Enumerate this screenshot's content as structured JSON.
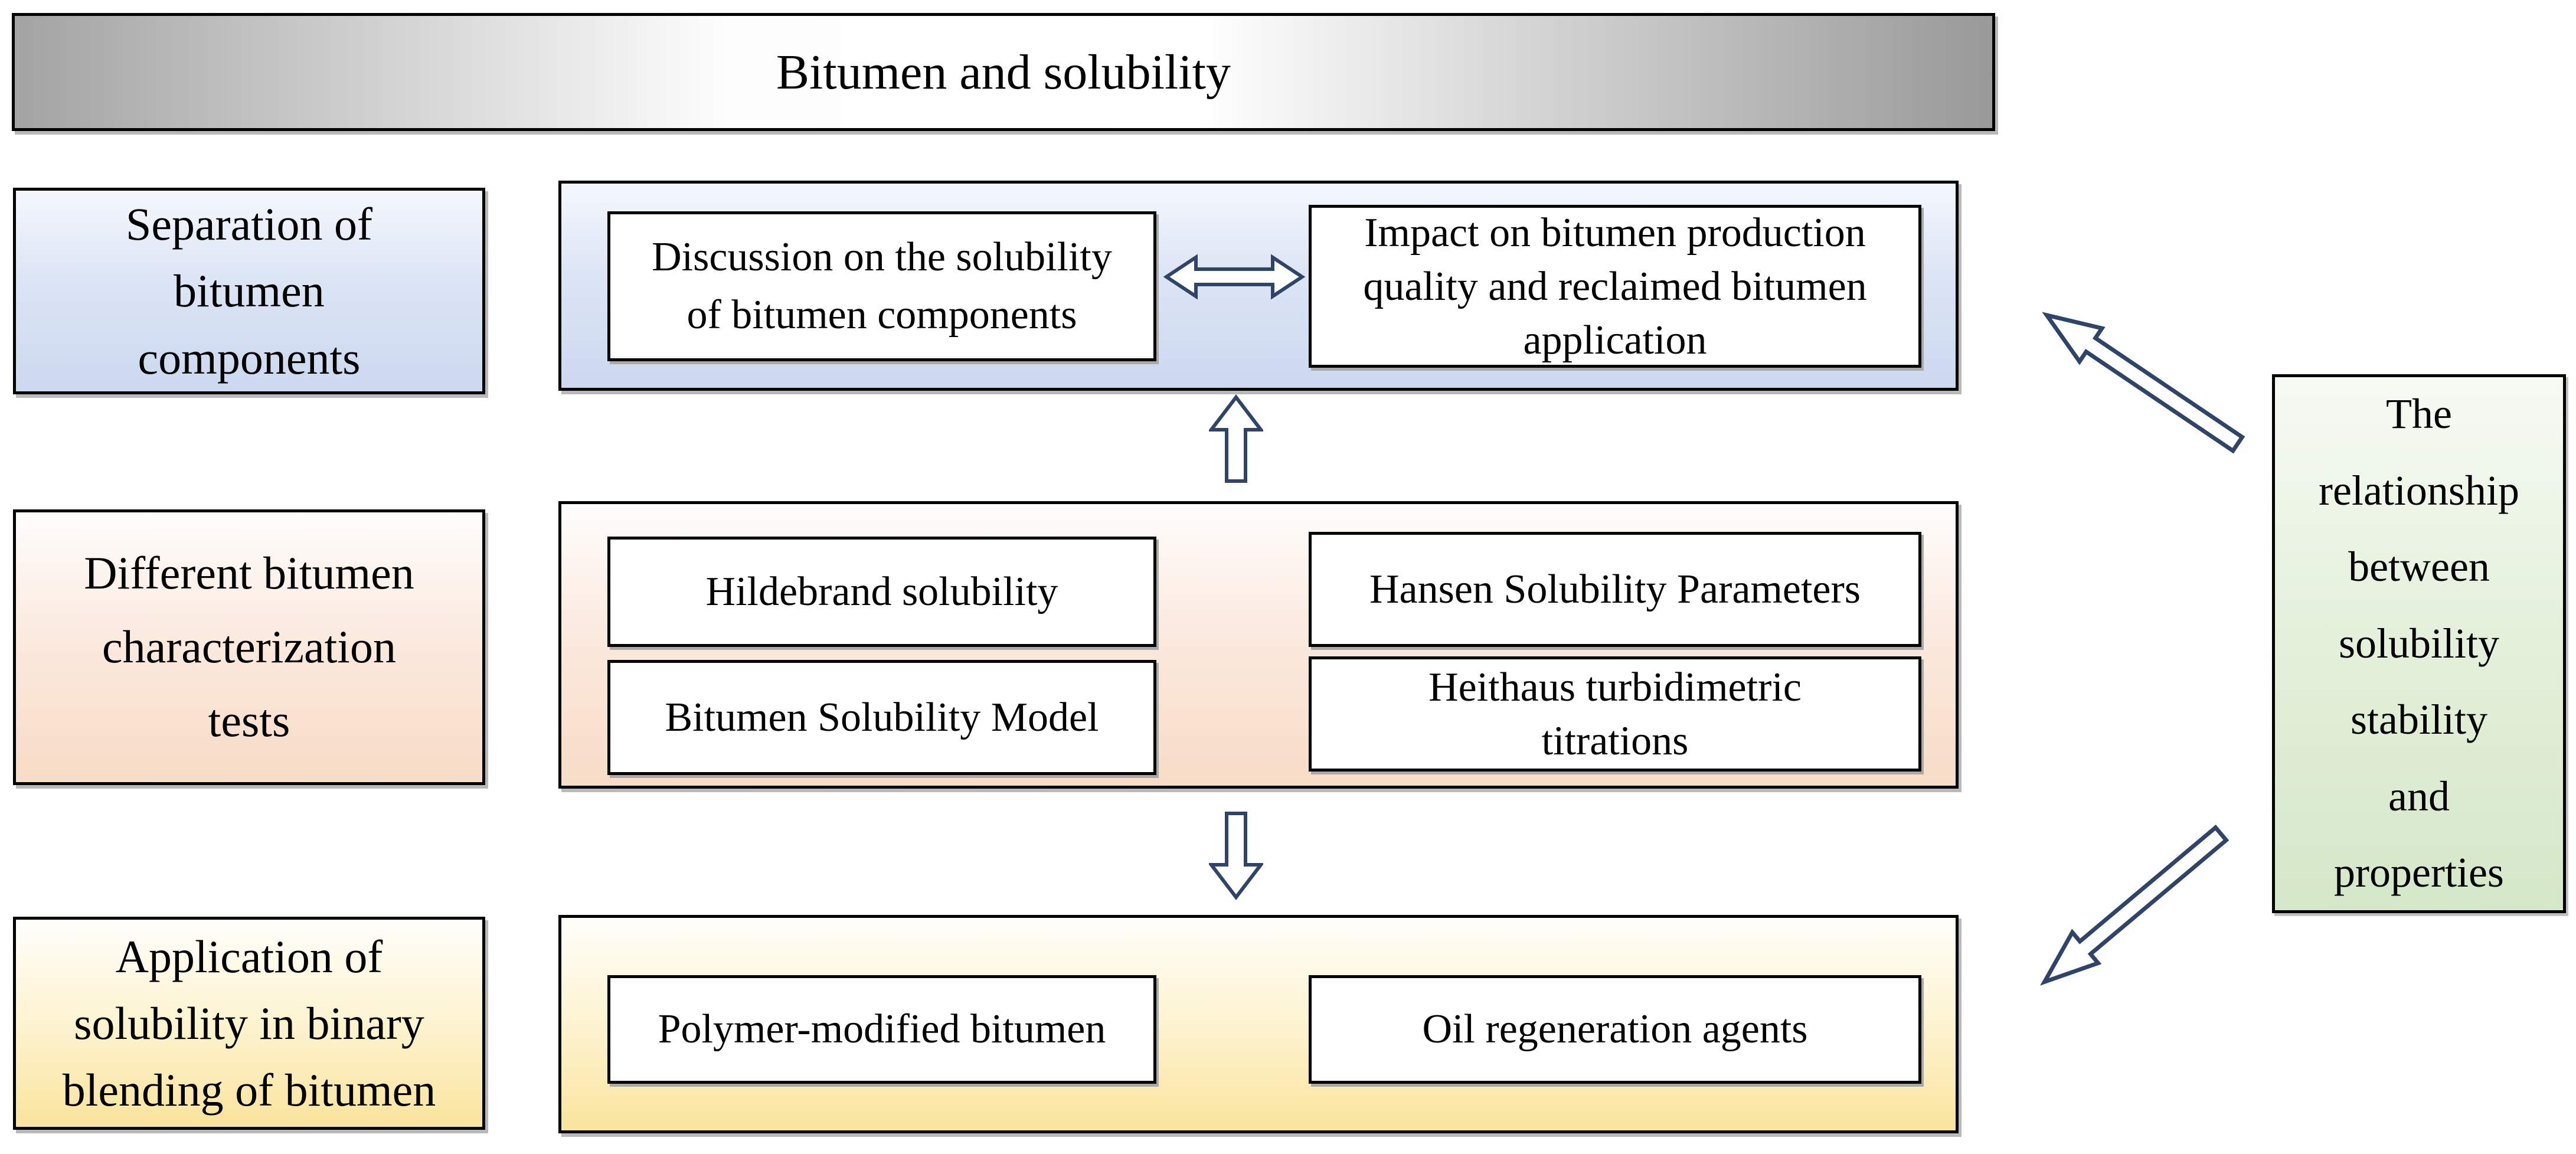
{
  "title_banner": {
    "label": "Bitumen and solubility"
  },
  "left_column": {
    "box1": {
      "lines": [
        "Separation of",
        "bitumen",
        "components"
      ]
    },
    "box2": {
      "lines": [
        "Different bitumen",
        "characterization",
        "tests"
      ]
    },
    "box3": {
      "lines": [
        "Application of",
        "solubility in binary",
        "blending of bitumen"
      ]
    }
  },
  "row1": {
    "box_left": {
      "lines": [
        "Discussion on the solubility",
        "of bitumen components"
      ]
    },
    "box_right": {
      "lines": [
        "Impact on bitumen production",
        "quality and reclaimed bitumen",
        "application"
      ]
    }
  },
  "row2": {
    "box_top_left": {
      "label": "Hildebrand solubility"
    },
    "box_top_right": {
      "label": "Hansen Solubility Parameters"
    },
    "box_bottom_left": {
      "label": "Bitumen Solubility Model"
    },
    "box_bottom_right": {
      "lines": [
        "Heithaus turbidimetric",
        "titrations"
      ]
    }
  },
  "row3": {
    "box_left": {
      "label": "Polymer-modified bitumen"
    },
    "box_right": {
      "label": "Oil regeneration agents"
    }
  },
  "side_box": {
    "lines": [
      "The",
      "relationship",
      "between",
      "solubility",
      "stability",
      "and",
      "properties"
    ]
  },
  "icons": {
    "double_arrow": "left-right-block-arrow",
    "up_arrow": "up-block-arrow",
    "down_arrow": "down-block-arrow",
    "diagonal_up": "up-left-block-arrow",
    "diagonal_down": "down-left-block-arrow"
  },
  "colors": {
    "arrow_outline": "#2e4469",
    "row1_fill": "#cbd8ef",
    "row2_fill": "#f8dcc6",
    "row3_fill": "#fae49c",
    "side_fill": "#d5e7c9",
    "banner_edge": "#a3a3a3",
    "box_border": "#000000"
  }
}
